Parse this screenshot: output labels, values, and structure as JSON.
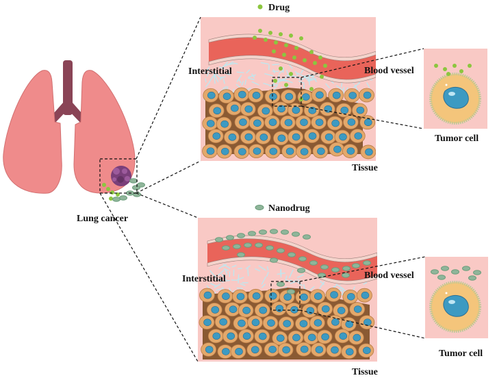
{
  "labels": {
    "lung_cancer": "Lung cancer",
    "drug": "Drug",
    "nanodrug": "Nanodrug",
    "interstitial": "Interstitial",
    "blood_vessel": "Blood vessel",
    "tumor_cell": "Tumor cell",
    "tissue": "Tissue"
  },
  "colors": {
    "panel_bg": "#f9c9c5",
    "vessel": "#e9645a",
    "vessel_wall": "#f3d4cc",
    "interstitial_fibers": "#bfe7ef",
    "tissue_cell": "#e3a86b",
    "tissue_bg": "#8a5a33",
    "nucleus": "#3d9ac2",
    "drug": "#8cc63f",
    "nanodrug_fill": "#8fb59a",
    "nanodrug_ring": "#6c9e7c",
    "lung": "#ef8b8b",
    "trachea": "#8a4456",
    "tumor": "#7a3f7a",
    "tumor_cell_cytoplasm": "#f4c57b",
    "tumor_cell_membrane": "#b9c994"
  }
}
